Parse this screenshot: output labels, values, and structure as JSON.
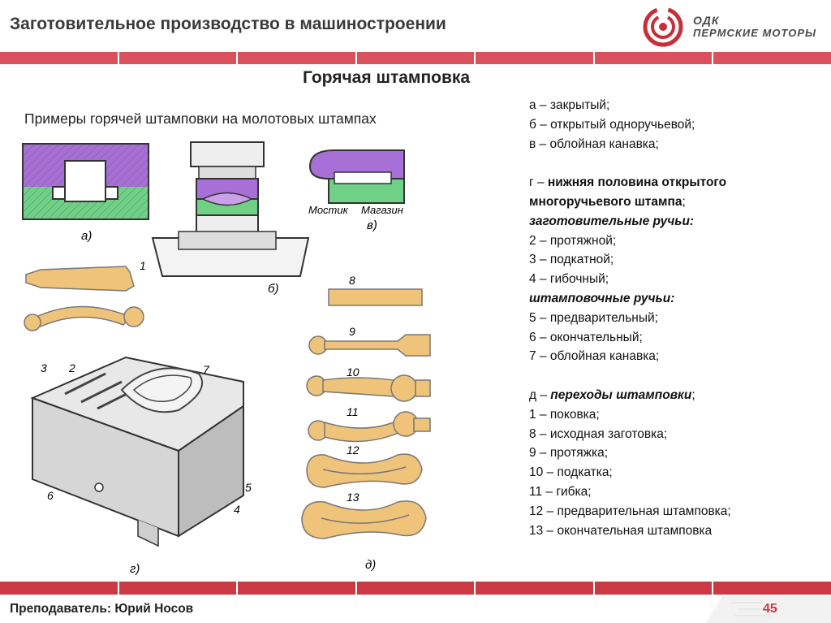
{
  "header": {
    "title": "Заготовительное производство в машиностроении",
    "logo_line1": "ОДК",
    "logo_line2": "ПЕРМСКИЕ МОТОРЫ"
  },
  "slide": {
    "title": "Горячая штамповка",
    "subtitle": "Примеры горячей штамповки на молотовых штампах"
  },
  "figure_labels": {
    "a": "а)",
    "b": "б)",
    "v": "в)",
    "g": "г)",
    "d": "д)",
    "mostik": "Мостик",
    "magazin": "Магазин",
    "n1": "1",
    "n2": "2",
    "n3": "3",
    "n4": "4",
    "n5": "5",
    "n6": "6",
    "n7": "7",
    "n8": "8",
    "n9": "9",
    "n10": "10",
    "n11": "11",
    "n12": "12",
    "n13": "13"
  },
  "legend": {
    "a": "а – закрытый;",
    "b": "б – открытый одноручьевой;",
    "v": "в – облойная канавка;",
    "g_prefix": "г – ",
    "g_bold_1": "нижняя половина открытого",
    "g_bold_2": "многоручьевого штампа",
    "g_suffix": ";",
    "zagot_heading": "заготовительные ручьи:",
    "r2": "2 – протяжной;",
    "r3": "3 – подкатной;",
    "r4": "4 – гибочный;",
    "shtamp_heading": "штамповочные ручьи:",
    "r5": "5 – предварительный;",
    "r6": "6 – окончательный;",
    "r7": "7 – облойная канавка;",
    "d_prefix": "д – ",
    "d_bold": "переходы штамповки",
    "d_suffix": ";",
    "t1": "1 – поковка;",
    "t8": "8 – исходная заготовка;",
    "t9": "9 – протяжка;",
    "t10": "10 – подкатка;",
    "t11": "11 – гибка;",
    "t12": "12 – предварительная штамповка;",
    "t13": "13 – окончательная штамповка"
  },
  "footer": {
    "teacher": "Преподаватель: Юрий Носов",
    "page": "45"
  },
  "colors": {
    "accent": "#d9525b",
    "purple": "#a86fd6",
    "green": "#6fd186",
    "forging": "#f0c37a"
  }
}
